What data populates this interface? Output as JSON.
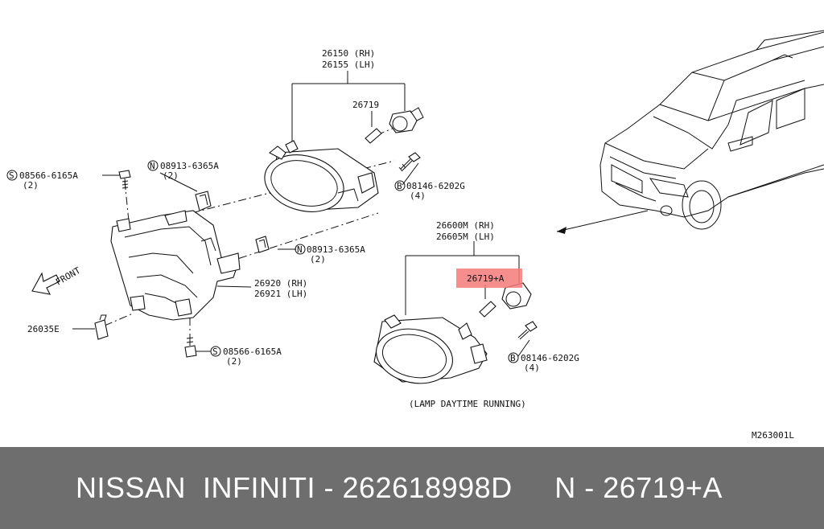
{
  "diagram": {
    "labels": {
      "fog_lamp_rh": "26150 (RH)",
      "fog_lamp_lh": "26155 (LH)",
      "bulb_a": "26719",
      "nut_a": "08913-6365A",
      "nut_a_qty": "(2)",
      "screw_a": "08566-6165A",
      "screw_a_qty": "(2)",
      "bolt_a": "08146-6202G",
      "bolt_a_qty": "(4)",
      "drl_rh": "26600M (RH)",
      "drl_lh": "26605M (LH)",
      "nut_b": "08913-6365A",
      "nut_b_qty": "(2)",
      "bracket_rh": "26920 (RH)",
      "bracket_lh": "26921 (LH)",
      "clip": "26035E",
      "screw_b": "08566-6165A",
      "screw_b_qty": "(2)",
      "bulb_b": "26719+A",
      "bolt_b": "08146-6202G",
      "bolt_b_qty": "(4)",
      "drl_caption": "(LAMP DAYTIME RUNNING)",
      "front_arrow": "FRONT",
      "diagram_code": "M263001L"
    },
    "badges": {
      "screw": "S",
      "nut": "N",
      "bolt": "B"
    },
    "highlight_color": "#f47a7a"
  },
  "footer": {
    "text": "NISSAN  INFINITI - 262618998D     N - 26719+A",
    "background": "#6e6e6e"
  }
}
